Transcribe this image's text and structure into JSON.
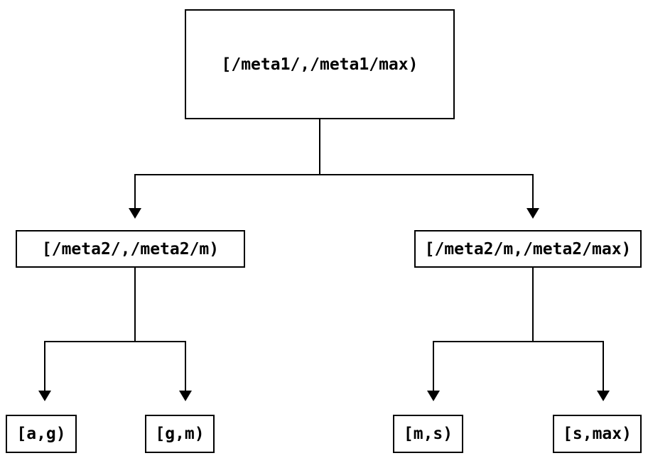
{
  "diagram": {
    "type": "tree",
    "description": "Binary range-partition tree with interval labels",
    "root": {
      "id": "root",
      "label": "[/meta1/,/meta1/max)"
    },
    "children": [
      {
        "id": "meta2-left",
        "label": "[/meta2/,/meta2/m)",
        "children": [
          {
            "id": "leaf-ag",
            "label": "[a,g)"
          },
          {
            "id": "leaf-gm",
            "label": "[g,m)"
          }
        ]
      },
      {
        "id": "meta2-right",
        "label": "[/meta2/m,/meta2/max)",
        "children": [
          {
            "id": "leaf-ms",
            "label": "[m,s)"
          },
          {
            "id": "leaf-smax",
            "label": "[s,max)"
          }
        ]
      }
    ],
    "colors": {
      "background": "#ffffff",
      "line": "#000000",
      "box_border": "#000000",
      "box_fill": "#ffffff",
      "text": "#000000"
    },
    "edge_style": "orthogonal-elbow",
    "arrowhead": "solid-triangle-down"
  }
}
